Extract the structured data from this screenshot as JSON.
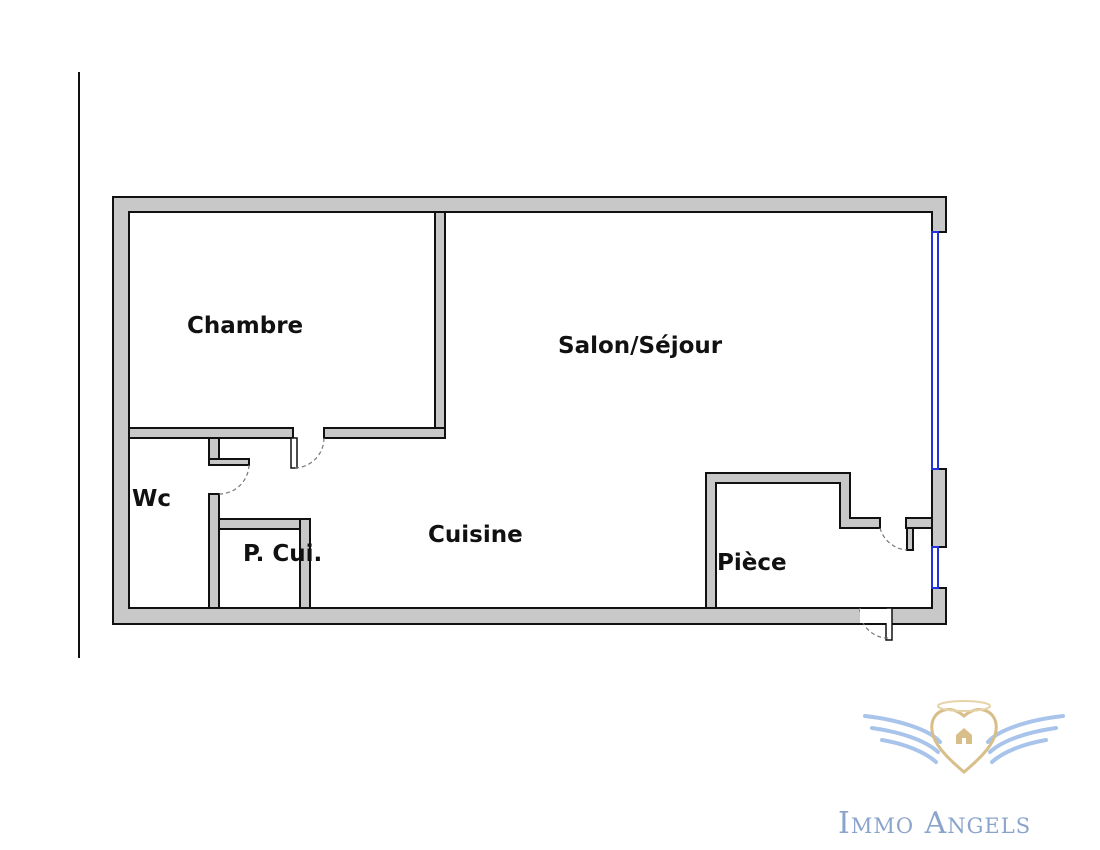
{
  "rooms": {
    "chambre": "Chambre",
    "salon": "Salon/Séjour",
    "wc": "Wc",
    "cuisine": "Cuisine",
    "placard": "P. Cui.",
    "piece": "Pièce"
  },
  "brand": {
    "name": "Immo Angels",
    "color": "#8aa4cc",
    "wing_color": "#a9c4ea",
    "heart_color": "#d8bf8a"
  },
  "colors": {
    "wall_fill": "#c8c8c8",
    "wall_stroke": "#111111",
    "window": "#2233dd"
  }
}
